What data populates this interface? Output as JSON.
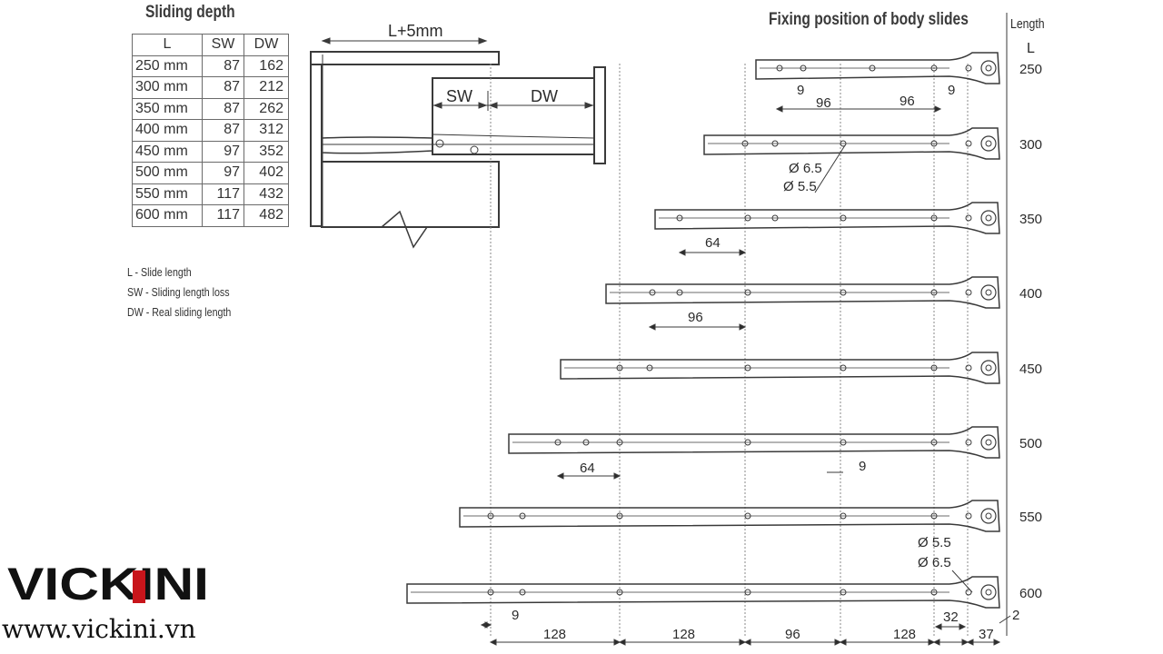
{
  "sliding_depth": {
    "title": "Sliding depth",
    "headers": [
      "L",
      "SW",
      "DW"
    ],
    "rows": [
      [
        "250 mm",
        "87",
        "162"
      ],
      [
        "300 mm",
        "87",
        "212"
      ],
      [
        "350 mm",
        "87",
        "262"
      ],
      [
        "400 mm",
        "87",
        "312"
      ],
      [
        "450 mm",
        "97",
        "352"
      ],
      [
        "500 mm",
        "97",
        "402"
      ],
      [
        "550 mm",
        "117",
        "432"
      ],
      [
        "600 mm",
        "117",
        "482"
      ]
    ]
  },
  "legend": [
    "L - Slide length",
    "SW - Sliding length loss",
    "DW - Real sliding length"
  ],
  "drawer_diagram": {
    "overall_label": "L+5mm",
    "sw_label": "SW",
    "dw_label": "DW"
  },
  "fixing": {
    "title": "Fixing position of body slides",
    "length_header": "Length",
    "length_symbol": "L",
    "slides": [
      {
        "length": "250"
      },
      {
        "length": "300"
      },
      {
        "length": "350"
      },
      {
        "length": "400"
      },
      {
        "length": "450"
      },
      {
        "length": "500"
      },
      {
        "length": "550"
      },
      {
        "length": "600"
      }
    ],
    "dimensions": {
      "d250_a": "9",
      "d250_b": "96",
      "d250_c": "96",
      "d250_d": "9",
      "d300_hole1": "Ø 6.5",
      "d300_hole2": "Ø 5.5",
      "d350": "64",
      "d400": "96",
      "d500_a": "64",
      "d500_b": "9",
      "d600_hole1": "Ø 5.5",
      "d600_hole2": "Ø 6.5",
      "bottom": [
        "9",
        "128",
        "128",
        "96",
        "128",
        "32",
        "37",
        "2"
      ]
    }
  },
  "brand": {
    "logo_text": "VICKINI",
    "website": "www.vickini.vn"
  },
  "colors": {
    "line": "#3a3a3a",
    "text": "#2b2b2b",
    "brand": "#111111",
    "accent_red": "#c8151b"
  }
}
